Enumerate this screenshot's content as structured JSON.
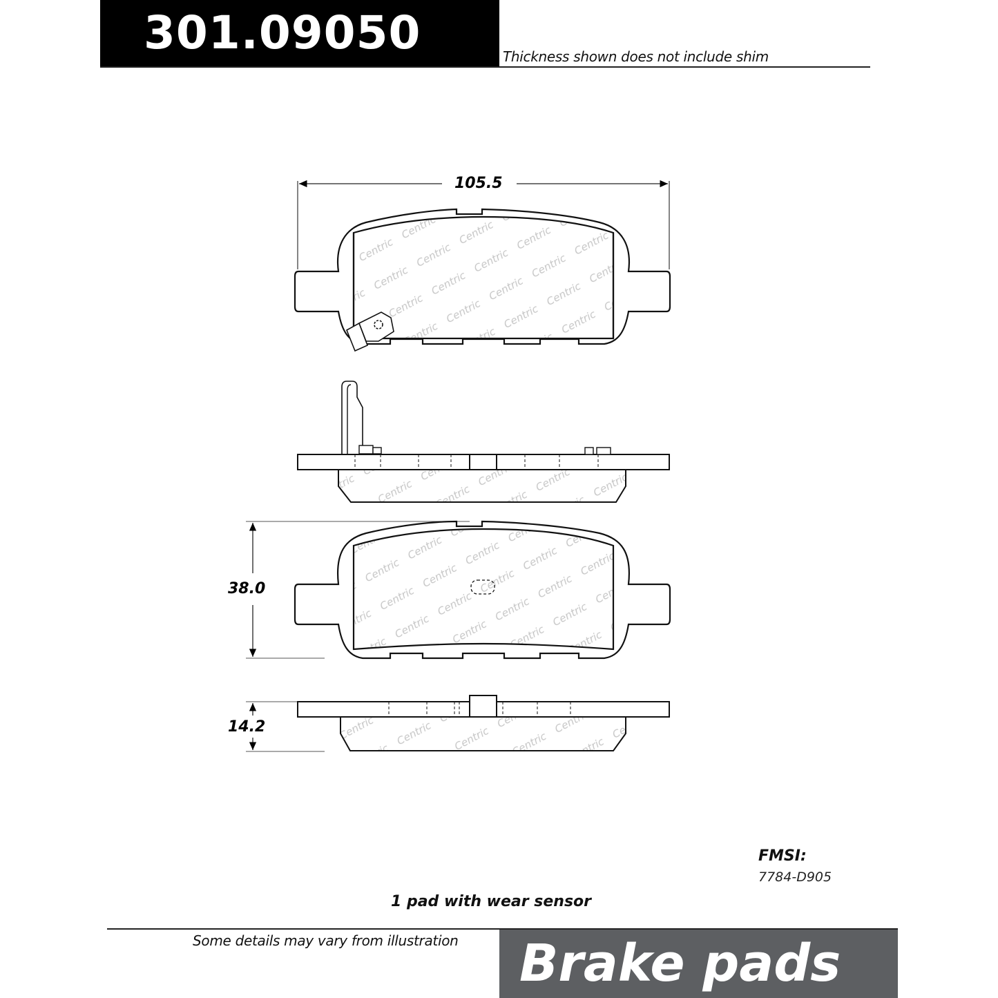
{
  "header": {
    "part_number": "301.09050",
    "thickness_note": "Thickness shown does not include shim"
  },
  "dimensions": {
    "width": "105.5",
    "height": "38.0",
    "thickness": "14.2"
  },
  "views": [
    {
      "name": "front-view-with-wear-sensor",
      "watermark": "Centric"
    },
    {
      "name": "side-view-with-wear-sensor",
      "watermark": "Centric"
    },
    {
      "name": "front-view",
      "watermark": "Centric"
    },
    {
      "name": "side-view",
      "watermark": "Centric"
    }
  ],
  "fmsi": {
    "label": "FMSI:",
    "code": "7784-D905"
  },
  "notes": {
    "wear_sensor": "1 pad with wear sensor",
    "disclaimer": "Some details may vary from illustration"
  },
  "footer": {
    "category": "Brake pads"
  },
  "colors": {
    "header_bg": "#000000",
    "footer_bg": "#5d5f62",
    "watermark": "#c8c8c8"
  }
}
